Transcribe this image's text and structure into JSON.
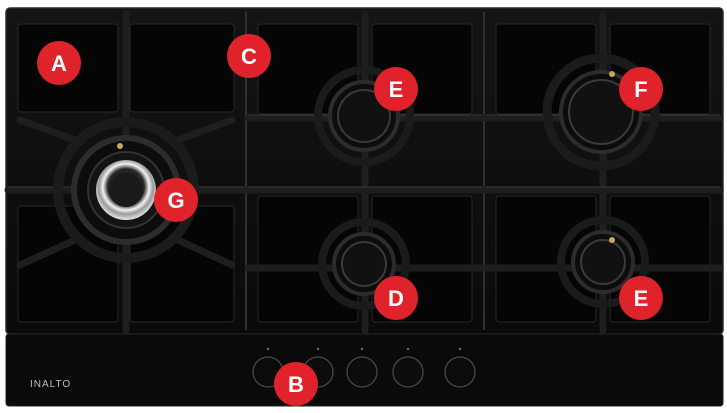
{
  "product": {
    "brand": "INALTO"
  },
  "callouts": [
    {
      "id": "A",
      "label": "A"
    },
    {
      "id": "B",
      "label": "B"
    },
    {
      "id": "C",
      "label": "C"
    },
    {
      "id": "D",
      "label": "D"
    },
    {
      "id": "E1",
      "label": "E"
    },
    {
      "id": "E2",
      "label": "E"
    },
    {
      "id": "F",
      "label": "F"
    },
    {
      "id": "G",
      "label": "G"
    }
  ],
  "colors": {
    "glass": "#0d0d0d",
    "glass_edge": "#2a2a2a",
    "grate": "#1c1c1c",
    "grate_highlight": "#3a3a3a",
    "control_strip": "#0a0a0a",
    "callout": "#e0232a",
    "callout_text": "#ffffff",
    "brand_text": "#bdbdbd",
    "chrome": "#d9d9d9"
  },
  "icons": {
    "burner": "burner-icon",
    "knob": "control-knob-icon"
  }
}
